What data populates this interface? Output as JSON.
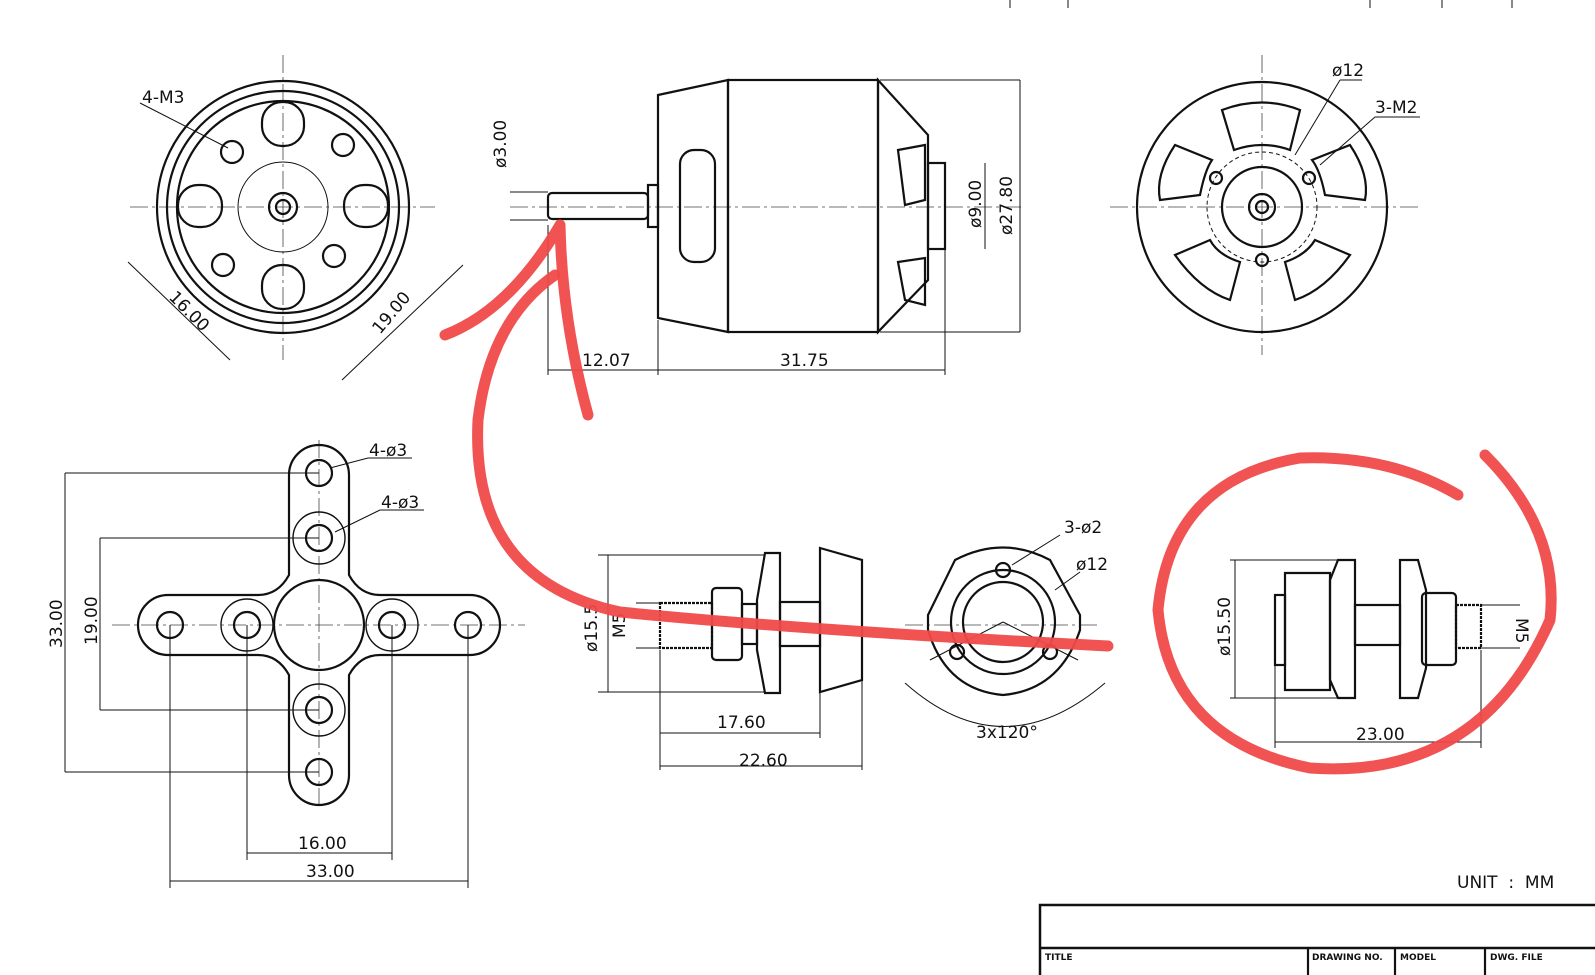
{
  "front_view": {
    "thread_label": "4-M3",
    "dim_a": "16.00",
    "dim_b": "19.00"
  },
  "side_view": {
    "shaft_dia": "ø3.00",
    "hub_dia": "ø9.00",
    "body_dia": "ø27.80",
    "shaft_len": "12.07",
    "body_len": "31.75"
  },
  "rear_view": {
    "circle_dia": "ø12",
    "thread_label": "3-M2"
  },
  "cross_mount": {
    "hole_label_outer": "4-ø3",
    "hole_label_inner": "4-ø3",
    "height_outer": "33.00",
    "height_inner": "19.00",
    "width_inner": "16.00",
    "width_outer": "33.00"
  },
  "prop_adapter": {
    "flange_dia": "ø15.5",
    "thread": "M5",
    "len_a": "17.60",
    "len_b": "22.60"
  },
  "collet_view": {
    "holes": "3-ø2",
    "dia": "ø12",
    "angle": "3x120°"
  },
  "prop_adapter_alt": {
    "flange_dia": "ø15.50",
    "thread": "M5",
    "length": "23.00"
  },
  "unit_label": "UNIT  :  MM",
  "title_block": {
    "title": "TITLE",
    "drawing_no": "DRAWING  NO.",
    "model": "MODEL",
    "dwg_file": "DWG. FILE"
  },
  "annotation_color": "#f04a4a"
}
